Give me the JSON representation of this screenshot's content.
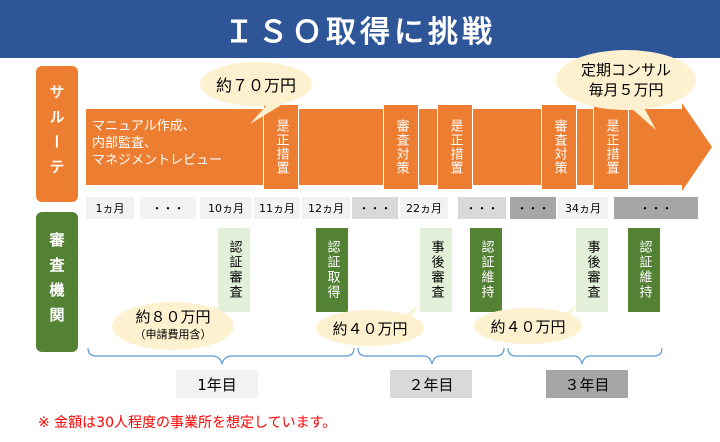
{
  "title": "ＩＳＯ取得に挑戦",
  "side_labels": {
    "consultant": "サルーテ",
    "agency": "審査機関"
  },
  "consultant_phase": [
    "マニュアル作成、",
    "内部監査、",
    "マネジメントレビュー"
  ],
  "orange_boxes": [
    "是正措置",
    "審査対策",
    "是正措置",
    "審査対策",
    "是正措置"
  ],
  "timeline": [
    "1ヵ月",
    "・・・",
    "10ヵ月",
    "11ヵ月",
    "12ヵ月",
    "・・・",
    "22ヵ月",
    "・・・",
    "・・・",
    "34ヵ月",
    "・・・"
  ],
  "certs": [
    "認証審査",
    "認証取得",
    "事後審査",
    "認証維持",
    "事後審査",
    "認証維持"
  ],
  "costs": {
    "consult_first": "約７０万円",
    "consult_monthly_1": "定期コンサル",
    "consult_monthly_2": "毎月５万円",
    "audit_first": "約８０万円",
    "audit_first_note": "（申請費用含）",
    "audit_second": "約４０万円",
    "audit_third": "約４０万円"
  },
  "years": [
    "1年目",
    "２年目",
    "３年目"
  ],
  "note": "※ 金額は30人程度の事業所を想定しています。",
  "colors": {
    "header": "#2e5597",
    "orange": "#ed7d31",
    "green": "#548235",
    "light_green": "#e2efd9",
    "bubble": "#fdf1cf",
    "brace": "#5b9bd5",
    "note": "#ff0000"
  }
}
